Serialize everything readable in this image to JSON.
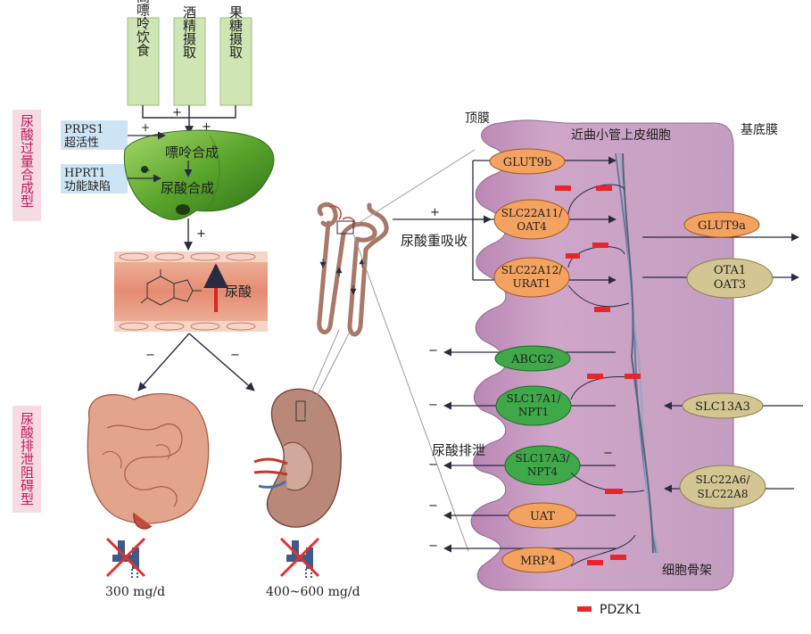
{
  "intake": {
    "purine_diet": "高嘌呤饮食",
    "alcohol": "酒精摄取",
    "fructose": "果糖摄取"
  },
  "left_side": {
    "overproduction_label": "尿酸过量合成型",
    "underexcretion_label": "尿酸排泄阻碍型",
    "prps1": "PRPS1",
    "prps1_sub": "超活性",
    "hprt1": "HPRT1",
    "hprt1_sub": "功能缺陷",
    "purine_synthesis": "嘌呤合成",
    "uric_acid_synthesis": "尿酸合成",
    "blood_uric_acid": "尿酸",
    "gut_dose": "300 mg/d",
    "kidney_dose": "400~600 mg/d"
  },
  "signs": {
    "plus": "+",
    "minus": "−"
  },
  "cell": {
    "apical_label": "顶膜",
    "basolateral_label": "基底膜",
    "cell_title": "近曲小管上皮细胞",
    "reabsorption": "尿酸重吸收",
    "excretion": "尿酸排泄",
    "cytoskeleton": "细胞骨架",
    "legend_pdzk1": "PDZK1"
  },
  "transporters": {
    "glut9b": "GLUT9b",
    "slc22a11": "SLC22A11/",
    "slc22a11_b": "OAT4",
    "slc22a12": "SLC22A12/",
    "slc22a12_b": "URAT1",
    "abcg2": "ABCG2",
    "slc17a1": "SLC17A1/",
    "slc17a1_b": "NPT1",
    "slc17a3": "SLC17A3/",
    "slc17a3_b": "NPT4",
    "uat": "UAT",
    "mrp4": "MRP4",
    "glut9a": "GLUT9a",
    "ota1": "OTA1",
    "ota1_b": "OAT3",
    "slc13a3": "SLC13A3",
    "slc22a6": "SLC22A6/",
    "slc22a6_b": "SLC22A8"
  },
  "colors": {
    "orange": "#f4a25f",
    "green": "#3fa848",
    "khaki": "#d3c692",
    "cell": "#c9a2c3",
    "pdzk1": "#e8262a",
    "liver": "#5aa52c",
    "vessel": "#e69a82"
  }
}
